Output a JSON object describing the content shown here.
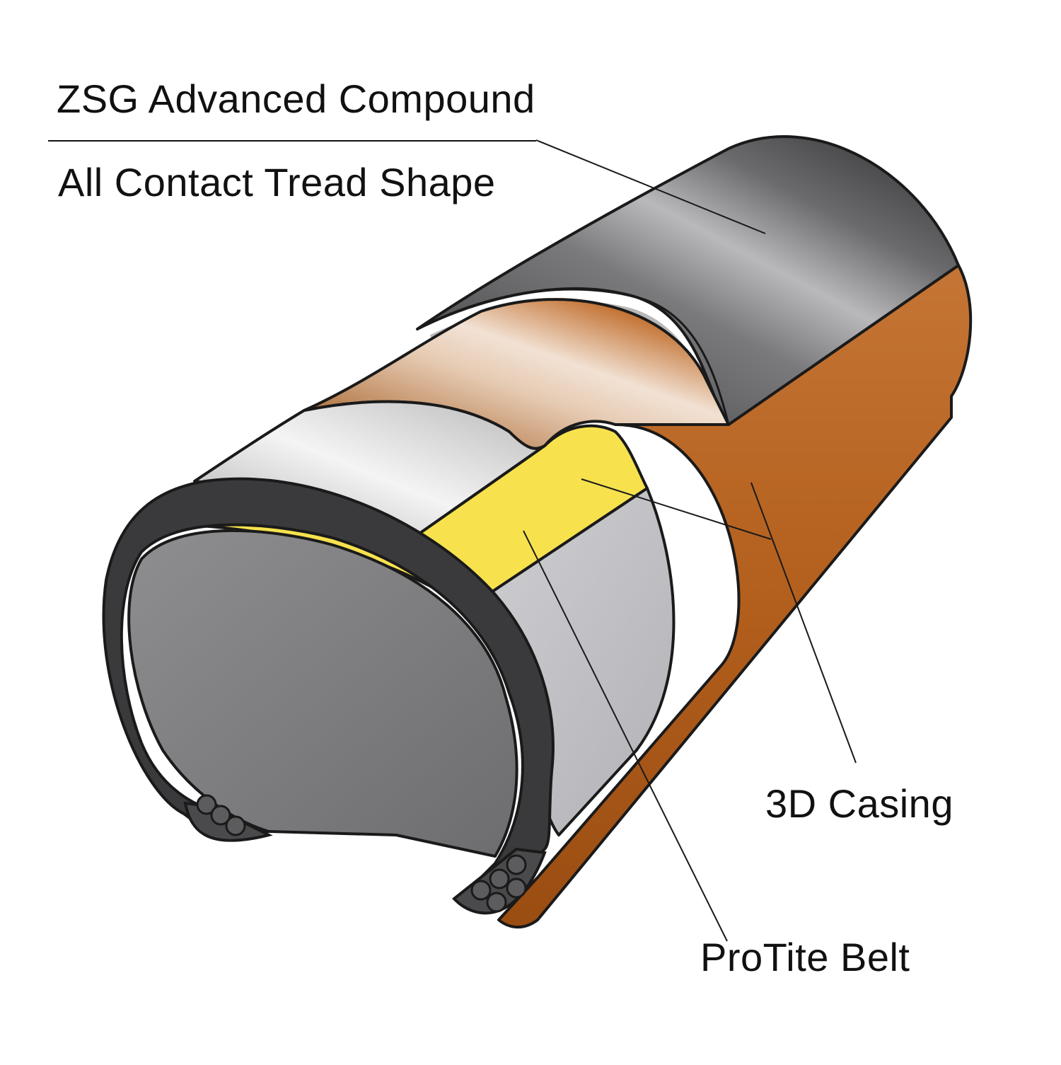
{
  "labels": {
    "compound": "ZSG Advanced Compound",
    "tread": "All Contact Tread Shape",
    "casing": "3D Casing",
    "belt": "ProTite Belt"
  },
  "colors": {
    "tread": "#5a5a5c",
    "casing": "#b5621f",
    "belt": "#f7e24e",
    "liner": "#c8c8cc",
    "outline": "#1a1a1a"
  }
}
